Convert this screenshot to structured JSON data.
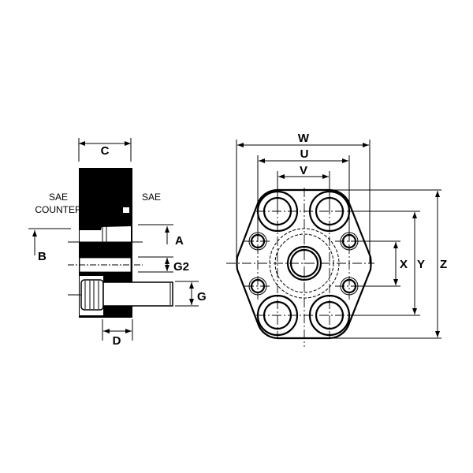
{
  "side_view": {
    "labels": {
      "C": "C",
      "sae_counter_line1": "SAE",
      "sae_counter_line2": "COUNTER",
      "sae": "SAE",
      "A": "A",
      "B": "B",
      "G2": "G2",
      "G": "G",
      "D": "D"
    }
  },
  "front_view": {
    "labels": {
      "W": "W",
      "U": "U",
      "V": "V",
      "X": "X",
      "Y": "Y",
      "Z": "Z"
    }
  },
  "colors": {
    "ink": "#000000",
    "paper": "#ffffff"
  }
}
